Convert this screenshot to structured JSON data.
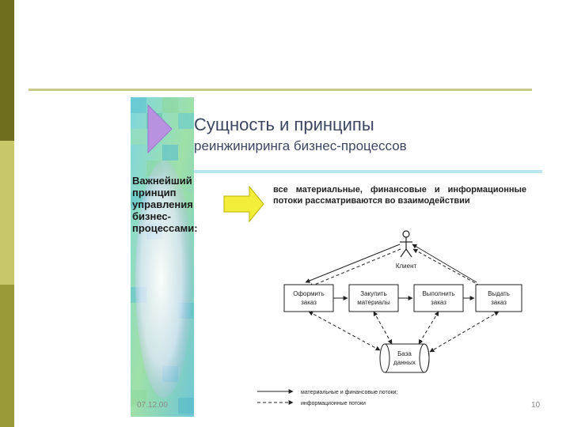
{
  "slide": {
    "title_line1": "Сущность и принципы",
    "title_line2": "реинжиниринга бизнес-процессов",
    "principle_lines": [
      "Важнейший",
      "принцип",
      "управления",
      "бизнес-",
      "процессами:"
    ],
    "statement": "все материальные, финансовые и информационные потоки рассматриваются во взаимодействии",
    "date": "07.12.00",
    "page_number": "10"
  },
  "diagram": {
    "actor_label": "Клиент",
    "process_boxes": [
      {
        "line1": "Оформить",
        "line2": "заказ"
      },
      {
        "line1": "Закупить",
        "line2": "материалы"
      },
      {
        "line1": "Выполнить",
        "line2": "заказ"
      },
      {
        "line1": "Выдать",
        "line2": "заказ"
      }
    ],
    "database_line1": "База",
    "database_line2": "данных",
    "legend_solid": "материальные и финансовые потоки;",
    "legend_dashed": "информационные потоки"
  },
  "colors": {
    "side_bar_dark": "#6e6e1e",
    "side_bar_light": "#c8c86a",
    "rule": "#c9c98a",
    "title_text": "#3c4660",
    "arrow_fill": "#f2ee3a"
  }
}
